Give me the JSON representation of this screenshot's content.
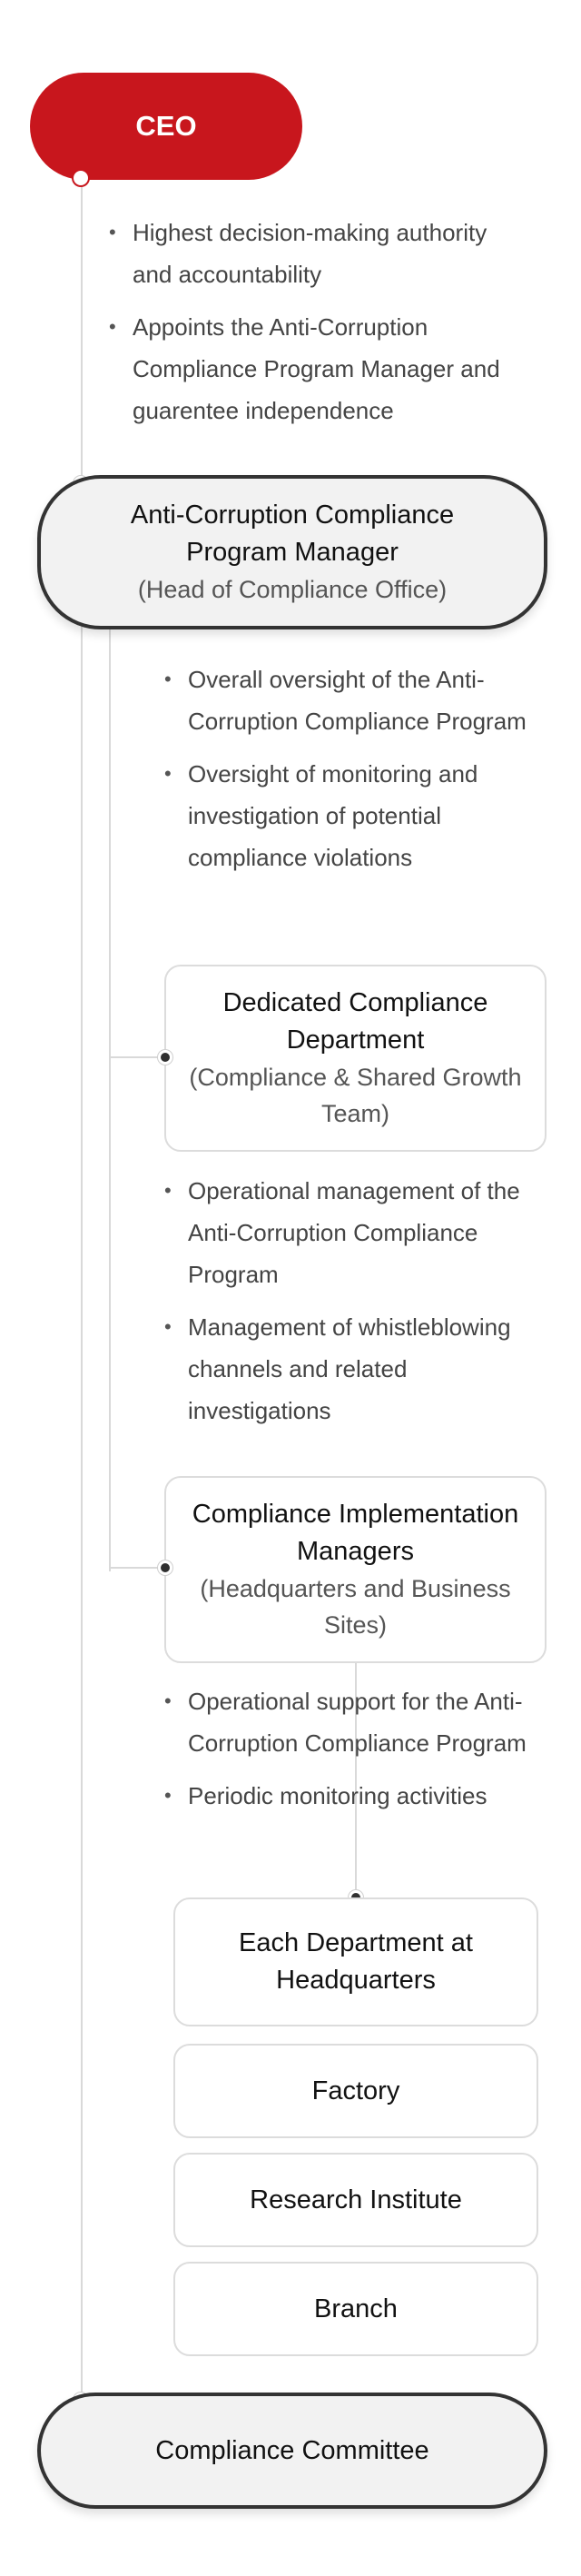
{
  "ceo": {
    "label": "CEO"
  },
  "ceo_duties": [
    "Highest decision-making authority and accountability",
    "Appoints the Anti-Corruption Compliance Program Manager and guarentee independence"
  ],
  "program_manager": {
    "title": "Anti-Corruption Compliance Program Manager",
    "subtitle": "(Head of Compliance Office)",
    "duties": [
      "Overall oversight of the Anti-Corruption Compliance Program",
      "Oversight of monitoring and investigation of potential compliance violations"
    ]
  },
  "dedicated_department": {
    "title": "Dedicated Compliance Department",
    "subtitle": "(Compliance & Shared Growth Team)",
    "duties": [
      "Operational management of the Anti-Corruption Compliance Program",
      "Management of whistleblowing channels and related investigations"
    ]
  },
  "implementation_managers": {
    "title": "Compliance Implementation Managers",
    "subtitle": "(Headquarters and Business Sites)",
    "duties": [
      "Operational support for the Anti-Corruption Compliance Program",
      "Periodic monitoring activities"
    ]
  },
  "units": [
    "Each Department at Headquarters",
    "Factory",
    "Research Institute",
    "Branch"
  ],
  "committee": {
    "label": "Compliance Committee"
  },
  "colors": {
    "ceo_red": "#c8161d",
    "dark": "#333333",
    "line": "#d9d9d9"
  }
}
